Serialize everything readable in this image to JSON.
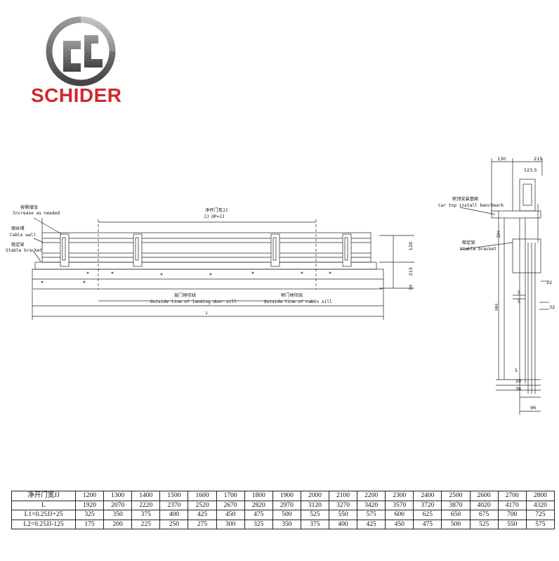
{
  "brand": {
    "name": "SCHIDER",
    "color": "#d0292d"
  },
  "front_view": {
    "label_increase_cn": "按需增加",
    "label_increase_en": "Increase as needed",
    "label_cable_cn": "钢丝绳",
    "label_cable_en": "Cable wall",
    "label_stable_cn": "稳定架",
    "label_stable_en": "Stable bracket",
    "label_jj_cn": "净开门宽JJ",
    "label_jj_en": "JJ  OP=JJ",
    "label_landing_cn": "层门地坎线",
    "label_landing_en": "Outside line of landing door sill",
    "label_cabin_cn": "轿门地坎线",
    "label_cabin_en": "Outside line of cabin sill",
    "label_L": "L",
    "dim_120": "120",
    "dim_215": "215",
    "dim_30": "30"
  },
  "side_view": {
    "dim_130": "130",
    "dim_215": "215",
    "dim_123_5": "123.5",
    "label_car_top_cn": "轿顶安装基面",
    "label_car_top_en": "Car top install benchmark",
    "label_stable_cn": "稳定架",
    "label_stable_en": "Stable bracket",
    "dim_22": "22",
    "dim_5a": "5",
    "dim_5b": "5",
    "dim_32": "32",
    "dim_HH": "HH",
    "dim_BB": "DH",
    "dim_20": "20",
    "dim_36": "36",
    "dim_96": "96",
    "dim_5c": "5"
  },
  "table": {
    "rows": [
      {
        "label": "净开门宽JJ",
        "values": [
          "1200",
          "1300",
          "1400",
          "1500",
          "1600",
          "1700",
          "1800",
          "1900",
          "2000",
          "2100",
          "2200",
          "2300",
          "2400",
          "2500",
          "2600",
          "2700",
          "2800"
        ]
      },
      {
        "label": "L",
        "values": [
          "1920",
          "2070",
          "2220",
          "2370",
          "2520",
          "2670",
          "2820",
          "2970",
          "3120",
          "3270",
          "3420",
          "3570",
          "3720",
          "3870",
          "4020",
          "4170",
          "4320"
        ]
      },
      {
        "label": "L1=0.25JJ+25",
        "values": [
          "325",
          "350",
          "375",
          "400",
          "425",
          "450",
          "475",
          "500",
          "525",
          "550",
          "575",
          "600",
          "625",
          "650",
          "675",
          "700",
          "725"
        ]
      },
      {
        "label": "L2=0.25JJ-125",
        "values": [
          "175",
          "200",
          "225",
          "250",
          "275",
          "300",
          "325",
          "350",
          "375",
          "400",
          "425",
          "450",
          "475",
          "500",
          "525",
          "550",
          "575"
        ]
      }
    ]
  }
}
